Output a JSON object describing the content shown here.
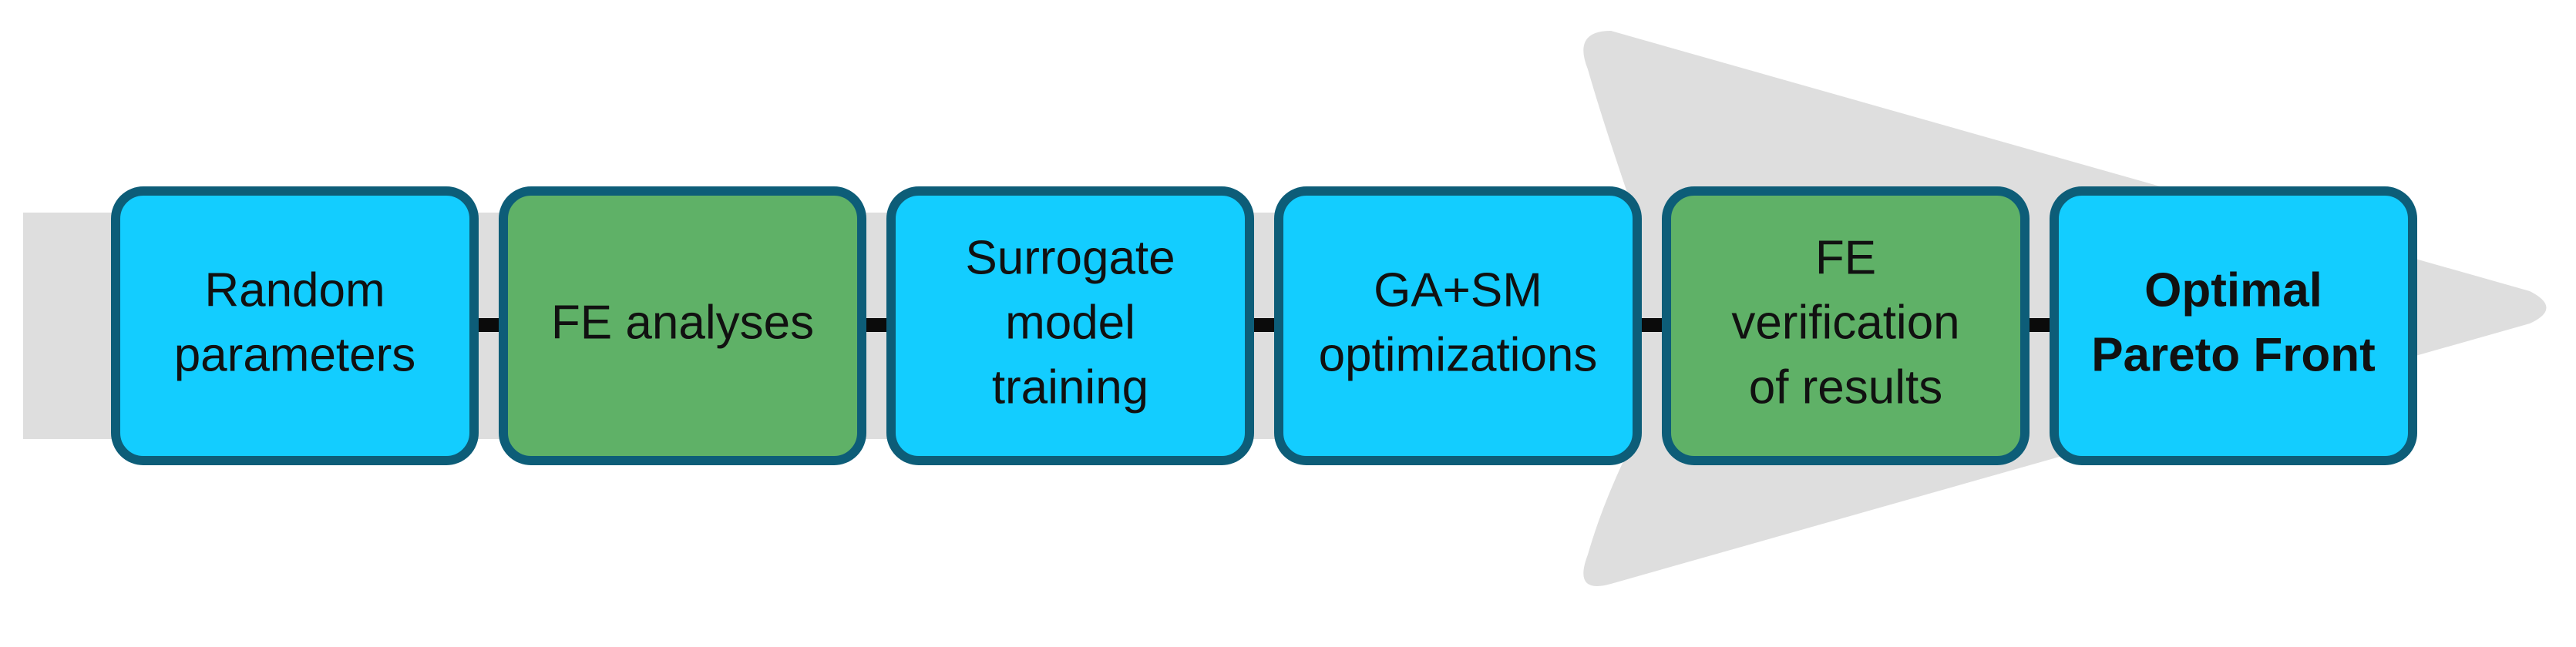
{
  "colors": {
    "arrow": "#dedede",
    "connector": "#0b0b0b",
    "box_border": "#0d5d78",
    "blue_fill": "#13cdff",
    "green_fill": "#5fb167"
  },
  "steps": [
    {
      "lines": [
        "Random",
        "parameters"
      ],
      "fill": "blue",
      "bold": false
    },
    {
      "lines": [
        "FE analyses"
      ],
      "fill": "green",
      "bold": false
    },
    {
      "lines": [
        "Surrogate",
        "model",
        "training"
      ],
      "fill": "blue",
      "bold": false
    },
    {
      "lines": [
        "GA+SM",
        "optimizations"
      ],
      "fill": "blue",
      "bold": false
    },
    {
      "lines": [
        "FE",
        "verification",
        "of results"
      ],
      "fill": "green",
      "bold": false
    },
    {
      "lines": [
        "Optimal",
        "Pareto Front"
      ],
      "fill": "blue",
      "bold": true
    }
  ]
}
